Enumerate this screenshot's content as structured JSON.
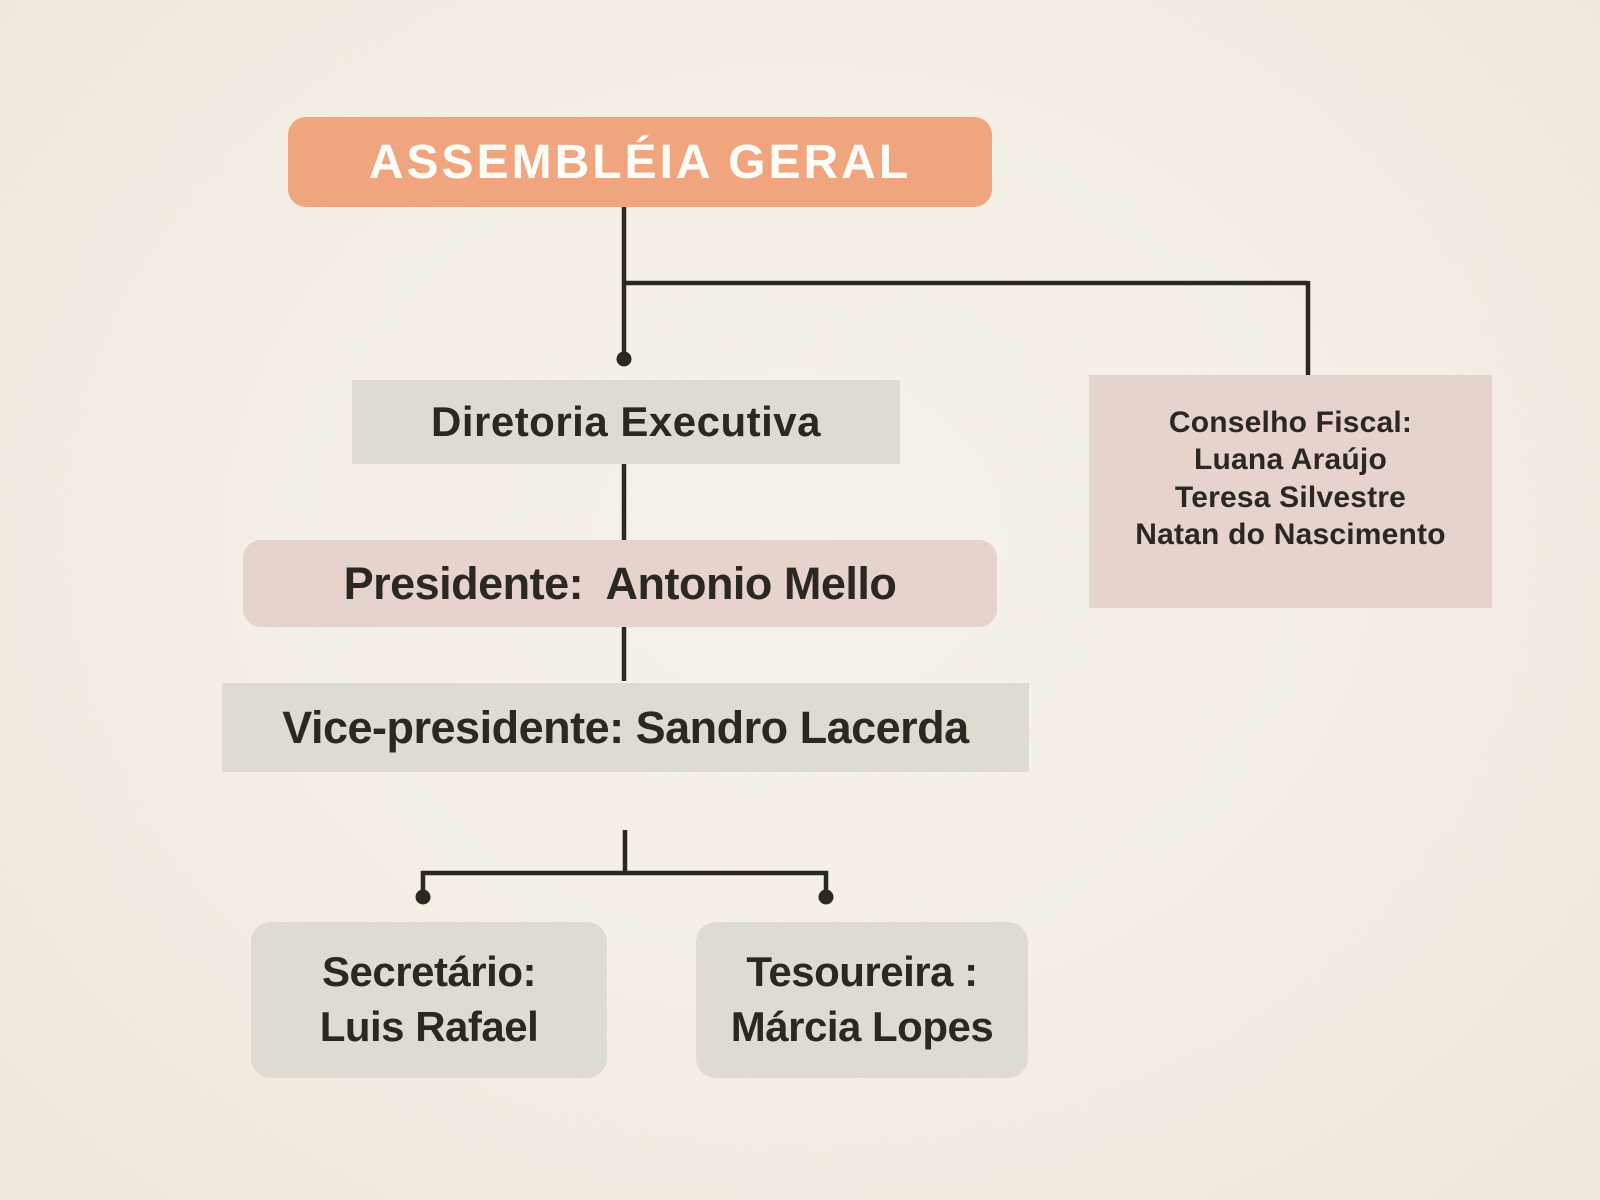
{
  "colors": {
    "background": "#f6f0e4",
    "accent-salmon": "#f0a57e",
    "box-beige": "#dfdbcf",
    "box-pink": "#e6d3ca",
    "line": "#2b2822",
    "text-dark": "#2b2822",
    "text-light": "#fffdf8"
  },
  "org_chart": {
    "assembleia": {
      "label": "ASSEMBLÉIA GERAL"
    },
    "diretoria": {
      "label": "Diretoria Executiva"
    },
    "conselho": {
      "line1": "Conselho Fiscal:",
      "line2": "Luana Araújo",
      "line3": "Teresa Silvestre",
      "line4": "Natan do Nascimento"
    },
    "presidente": {
      "label": "Presidente:  Antonio Mello"
    },
    "vice": {
      "label": "Vice-presidente: Sandro Lacerda"
    },
    "secretario": {
      "line1": "Secretário:",
      "line2": "Luis Rafael"
    },
    "tesoureira": {
      "line1": "Tesoureira :",
      "line2": "Márcia Lopes"
    }
  }
}
